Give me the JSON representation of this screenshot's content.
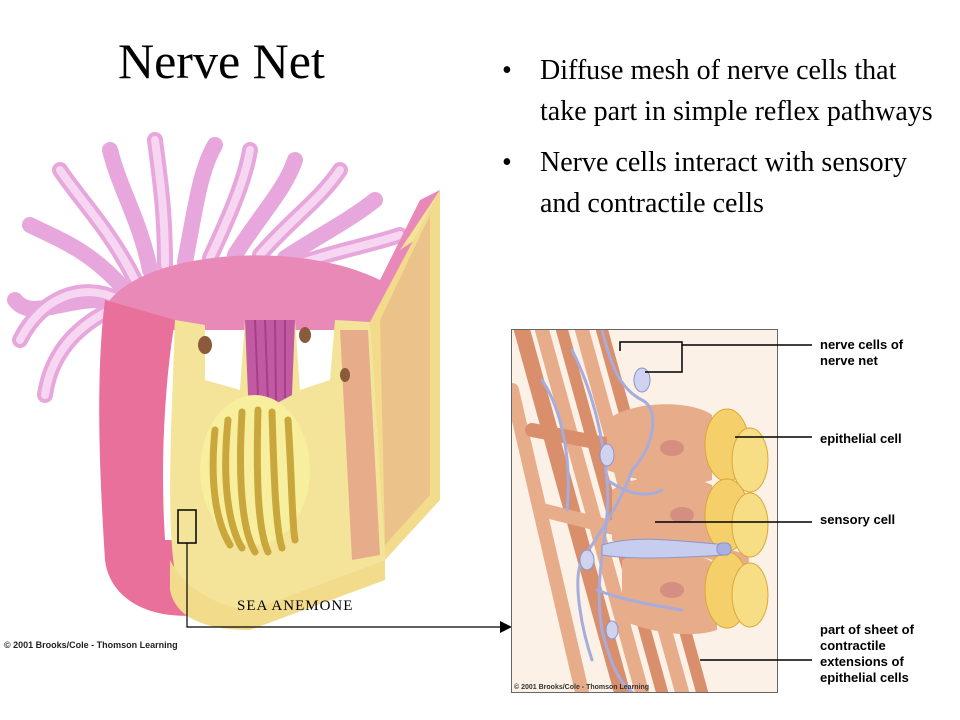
{
  "slide": {
    "title": "Nerve Net",
    "bullets": [
      "Diffuse mesh of nerve cells that take part in simple reflex pathways",
      "Nerve cells interact with sensory and contractile cells"
    ],
    "bullet_glyph": "•"
  },
  "diagram": {
    "anemone_label": "SEA ANEMONE",
    "credit_main": "© 2001 Brooks/Cole - Thomson Learning",
    "credit_inset": "© 2001 Brooks/Cole - Thomson Learning",
    "inset_labels": {
      "nerve_cells": "nerve cells of nerve net",
      "epithelial": "epithelial cell",
      "sensory": "sensory cell",
      "contractile": "part of sheet of contractile extensions of epithelial cells"
    }
  },
  "colors": {
    "tentacle": "#f2c8ec",
    "body_pink": "#e8709a",
    "mesoglea": "#f3e49a",
    "cavity": "#e9d26a",
    "muscle": "#e7ad8a",
    "nerve": "#b8bde6"
  }
}
